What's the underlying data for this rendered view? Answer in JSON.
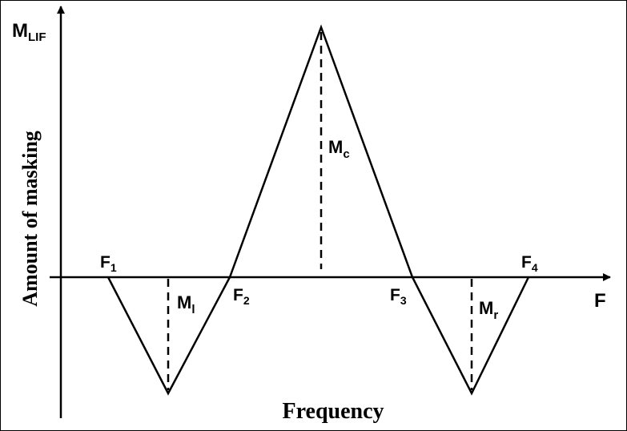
{
  "diagram": {
    "y_axis_symbol": {
      "main": "M",
      "sub": "LIF"
    },
    "y_axis_title": "Amount of masking",
    "x_axis_symbol": "F",
    "x_axis_title": "Frequency",
    "points": [
      {
        "main": "F",
        "sub": "1"
      },
      {
        "main": "F",
        "sub": "2"
      },
      {
        "main": "F",
        "sub": "3"
      },
      {
        "main": "F",
        "sub": "4"
      }
    ],
    "peaks": [
      {
        "main": "M",
        "sub": "l"
      },
      {
        "main": "M",
        "sub": "c"
      },
      {
        "main": "M",
        "sub": "r"
      }
    ],
    "colors": {
      "line": "#000000",
      "background": "#ffffff"
    }
  }
}
